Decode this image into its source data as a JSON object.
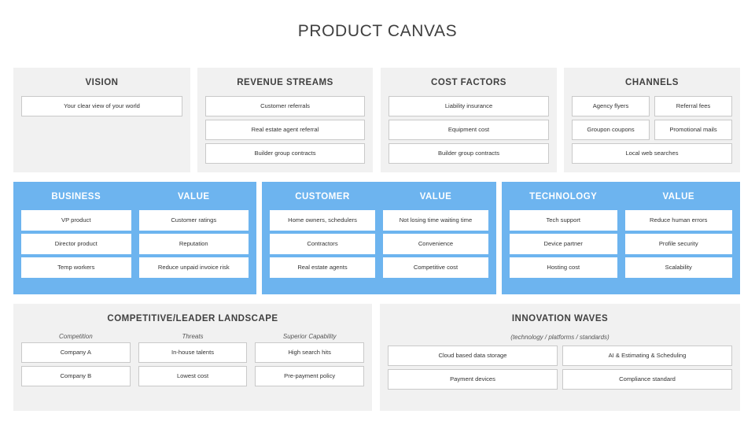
{
  "title": "PRODUCT CANVAS",
  "colors": {
    "accent_blue": "#6db4ef",
    "panel_grey": "#f1f1f1",
    "card_white": "#ffffff",
    "card_border": "#c9c9c9",
    "title_text": "#3f3f3f"
  },
  "top_row": {
    "vision": {
      "title": "VISION",
      "items": [
        "Your clear view of your world"
      ]
    },
    "revenue_streams": {
      "title": "REVENUE STREAMS",
      "items": [
        "Customer referrals",
        "Real estate agent referral",
        "Builder group contracts"
      ]
    },
    "cost_factors": {
      "title": "COST FACTORS",
      "items": [
        "Liability insurance",
        "Equipment cost",
        "Builder group contracts"
      ]
    },
    "channels": {
      "title": "CHANNELS",
      "rows": [
        [
          "Agency flyers",
          "Referral fees"
        ],
        [
          "Groupon coupons",
          "Promotional mails"
        ]
      ],
      "full_width_items": [
        "Local web searches"
      ]
    }
  },
  "middle_row": {
    "business": {
      "title": "BUSINESS",
      "value_title": "VALUE",
      "items": [
        "VP product",
        "Director product",
        "Temp workers"
      ],
      "values": [
        "Customer ratings",
        "Reputation",
        "Reduce unpaid invoice risk"
      ]
    },
    "customer": {
      "title": "CUSTOMER",
      "value_title": "VALUE",
      "items": [
        "Home owners, schedulers",
        "Contractors",
        "Real estate agents"
      ],
      "values": [
        "Not losing time waiting time",
        "Convenience",
        "Competitive cost"
      ]
    },
    "technology": {
      "title": "TECHNOLOGY",
      "value_title": "VALUE",
      "items": [
        "Tech support",
        "Device partner",
        "Hosting cost"
      ],
      "values": [
        "Reduce human errors",
        "Profile security",
        "Scalability"
      ]
    }
  },
  "bottom_row": {
    "landscape": {
      "title": "COMPETITIVE/LEADER LANDSCAPE",
      "columns": [
        "Competition",
        "Threats",
        "Superior Capability"
      ],
      "competition": [
        "Company A",
        "Company B"
      ],
      "threats": [
        "In-house talents",
        "Lowest cost"
      ],
      "superior_capability": [
        "High search hits",
        "Pre-payment policy"
      ]
    },
    "innovation": {
      "title": "INNOVATION WAVES",
      "subtitle": "(technology / platforms / standards)",
      "rows": [
        [
          "Cloud based data storage",
          "AI & Estimating & Scheduling"
        ],
        [
          "Payment devices",
          "Compliance standard"
        ]
      ]
    }
  }
}
